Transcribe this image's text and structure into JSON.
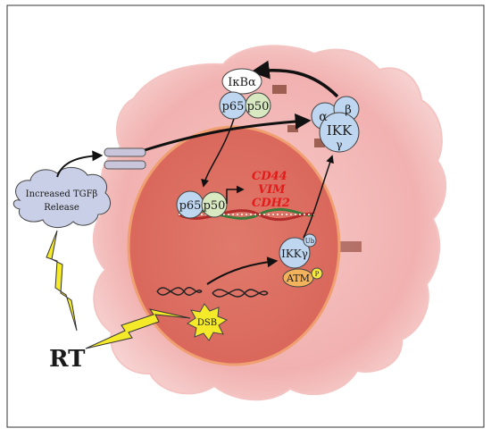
{
  "labels": {
    "ikba": "IκBα",
    "p65_top": "p65",
    "p50_top": "p50",
    "alpha": "α",
    "beta": "β",
    "ikk": "IKK",
    "gamma": "γ",
    "p65_nuc": "p65",
    "p50_nuc": "p50",
    "ikkg": "IKKγ",
    "ub": "Ub",
    "atm": "ATM",
    "p": "P",
    "dsb": "DSB",
    "tgf_line1": "Increased TGFβ",
    "tgf_line2": "Release",
    "rt": "RT"
  },
  "genes": [
    "CD44",
    "VIM",
    "CDH2"
  ],
  "colors": {
    "cell": "#f2b8b8",
    "nucleus": "#dc6f62",
    "nucleus_border": "#f0a070",
    "protein_blue": "#bfd6f0",
    "protein_green": "#d8e8c0",
    "atm_orange": "#f3b25c",
    "p_yellow": "#f5e640",
    "bolt_yellow": "#f4ea2a",
    "gene_red": "#e21b1b"
  }
}
